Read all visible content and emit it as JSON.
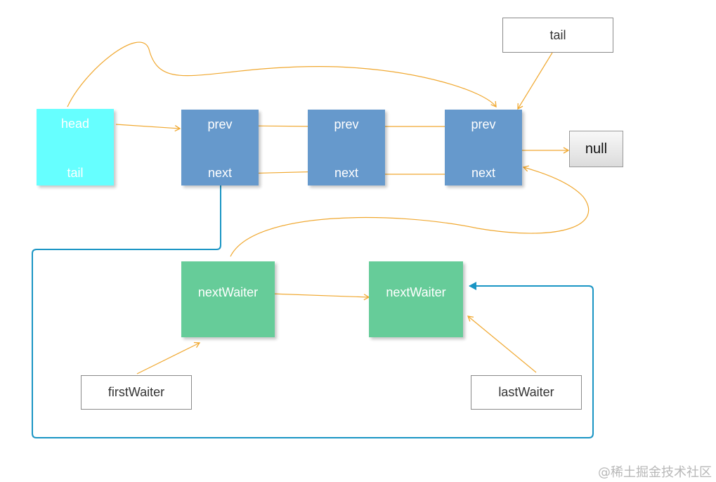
{
  "colors": {
    "head_node": "#66ffff",
    "queue_node": "#6699cc",
    "waiter_node": "#66cc99",
    "orange_arrow": "#f0a830",
    "teal_line": "#1a95c4"
  },
  "sync_queue": {
    "head_node": {
      "top_label": "head",
      "bottom_label": "tail"
    },
    "nodes": [
      {
        "prev": "prev",
        "next": "next"
      },
      {
        "prev": "prev",
        "next": "next"
      },
      {
        "prev": "prev",
        "next": "next"
      }
    ],
    "tail_pointer": "tail",
    "null_label": "null"
  },
  "condition_queue": {
    "nodes": [
      {
        "label": "nextWaiter"
      },
      {
        "label": "nextWaiter"
      }
    ],
    "first_waiter": "firstWaiter",
    "last_waiter": "lastWaiter"
  },
  "watermark": "@稀土掘金技术社区"
}
